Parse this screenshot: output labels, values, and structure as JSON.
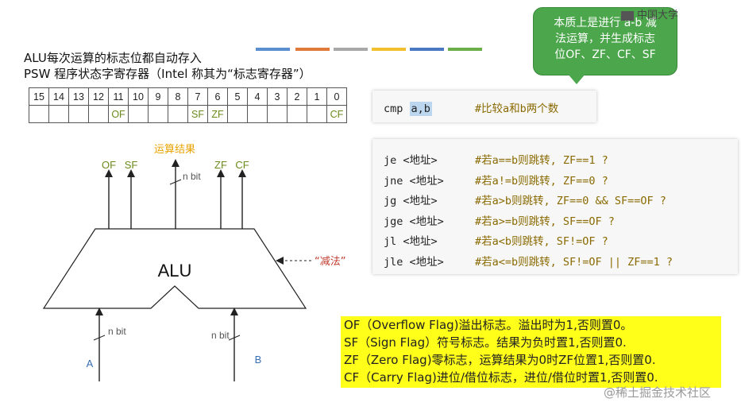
{
  "intro": {
    "line1": "ALU每次运算的标志位都自动存入",
    "line2": "PSW 程序状态字寄存器（Intel 称其为“标志寄存器”）"
  },
  "register": {
    "bits": [
      "15",
      "14",
      "13",
      "12",
      "11",
      "10",
      "9",
      "8",
      "7",
      "6",
      "5",
      "4",
      "3",
      "2",
      "1",
      "0"
    ],
    "flags": [
      "",
      "",
      "",
      "",
      "OF",
      "",
      "",
      "",
      "SF",
      "ZF",
      "",
      "",
      "",
      "",
      "",
      "CF"
    ]
  },
  "bubble": {
    "line1": "本质上是进行 a-b 减",
    "line2": "法运算，并生成标志",
    "line3": "位OF、ZF、CF、SF"
  },
  "cmp": {
    "instr": "cmp ",
    "operand": "a,b",
    "comment": "#比较a和b两个数"
  },
  "jumps": [
    {
      "instr": "je <地址>",
      "comment": "#若a==b则跳转, ZF==1 ?"
    },
    {
      "instr": "jne <地址>",
      "comment": "#若a!=b则跳转, ZF==0 ?"
    },
    {
      "instr": "jg <地址>",
      "comment": "#若a>b则跳转, ZF==0 && SF==OF ?"
    },
    {
      "instr": "jge <地址>",
      "comment": "#若a>=b则跳转, SF==OF ?"
    },
    {
      "instr": "jl <地址>",
      "comment": "#若a<b则跳转, SF!=OF ?"
    },
    {
      "instr": "jle <地址>",
      "comment": "#若a<=b则跳转, SF!=OF || ZF==1 ?"
    }
  ],
  "alu": {
    "label": "ALU",
    "result_label": "运算结果",
    "out_flags": [
      "OF",
      "SF",
      "ZF",
      "CF"
    ],
    "nbit_out": "n bit",
    "nbit_a": "n bit",
    "nbit_b": "n bit",
    "input_a": "A",
    "input_b": "B",
    "subtract_label": "“减法”"
  },
  "flag_summary": [
    "OF（Overflow Flag)溢出标志。溢出时为1,否则置0。",
    "SF（Sign Flag）符号标志。结果为负时置1,否则置0.",
    "ZF（Zero Flag)零标志，运算结果为0时ZF位置1,否则置0.",
    "CF（Carry Flag)进位/借位标志，进位/借位时置1,否则置0."
  ],
  "logo": "中国大学",
  "watermark": "@稀土掘金技术社区",
  "colors": {
    "strip": [
      "#5b8fd0",
      "#e07a3a",
      "#a8a8a8",
      "#f2c02e",
      "#4a78c2",
      "#6cae4a"
    ],
    "bubble": "#4ca64c",
    "highlight": "#ffff1a",
    "flag_text": "#6a8a1a",
    "result_label": "#e8a300",
    "subtract_label": "#c0392b",
    "input_label": "#3a6fb5"
  }
}
